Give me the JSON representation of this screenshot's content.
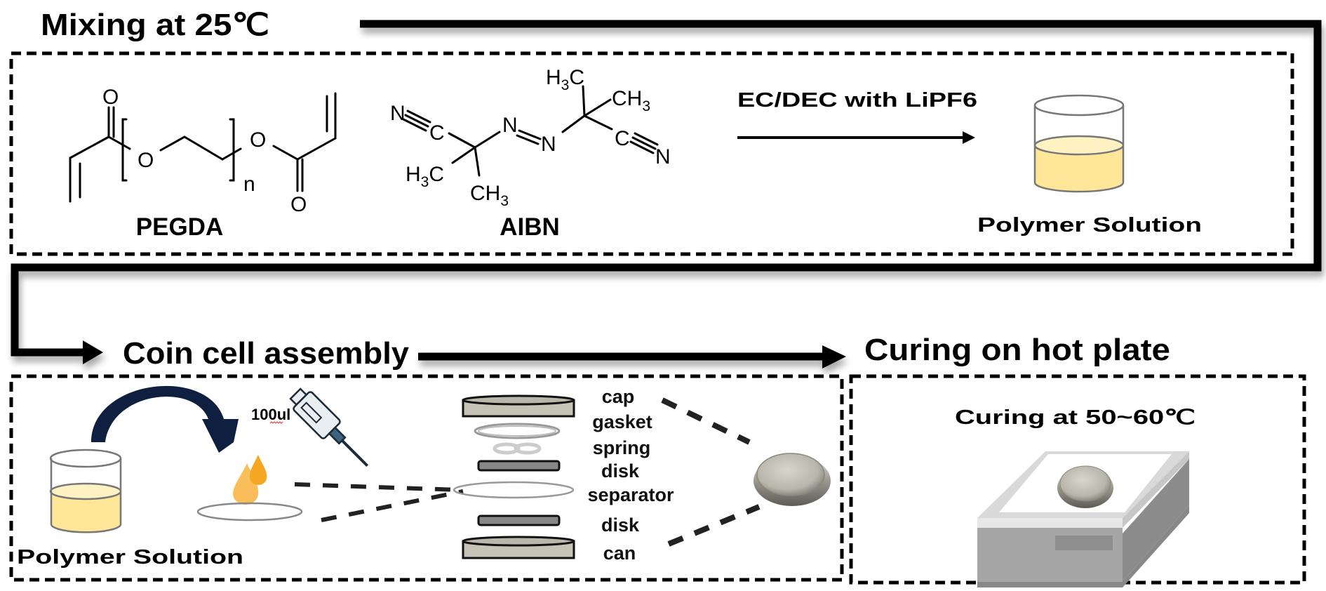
{
  "steps": {
    "mixing": {
      "title": "Mixing at 25℃",
      "reagents": [
        {
          "name": "PEGDA"
        },
        {
          "name": "AIBN"
        }
      ],
      "solvent_label": "EC/DEC with LiPF6",
      "product_label": "Polymer Solution"
    },
    "assembly": {
      "title": "Coin cell assembly",
      "source_label": "Polymer Solution",
      "volume_label": "100ul",
      "parts": [
        "cap",
        "gasket",
        "spring",
        "disk",
        "separator",
        "disk",
        "can"
      ]
    },
    "curing": {
      "title": "Curing on hot plate",
      "condition_label": "Curing at 50~60℃"
    }
  },
  "chemistry": {
    "pegda": {
      "atoms": {
        "o_carbonyl_left": "O",
        "o_ether": "O",
        "o_ester": "O",
        "o_carbonyl_right": "O",
        "repeat": "n"
      }
    },
    "aibn": {
      "atoms": {
        "n_left": "N",
        "c_left": "C",
        "n_azo_1": "N",
        "n_azo_2": "N",
        "c_right": "C",
        "n_right": "N",
        "ch3_label": "CH",
        "h3c_label": "H",
        "c_label": "C",
        "sub3": "3"
      }
    }
  },
  "colors": {
    "liquid": "#FFE699",
    "liquid_top": "#FFF2C2",
    "droplet": "#F5A623",
    "droplet_light": "#F9BE5A",
    "arc_arrow": "#0E1F3F",
    "pipette_body": "#E8EEF2",
    "pipette_tip": "#3E6380",
    "disk_fill": "#C5C2B6",
    "hotplate_top": "#F2F2F2",
    "hotplate_side": "#A6A6A6",
    "hotplate_dark": "#8C8C8C"
  }
}
